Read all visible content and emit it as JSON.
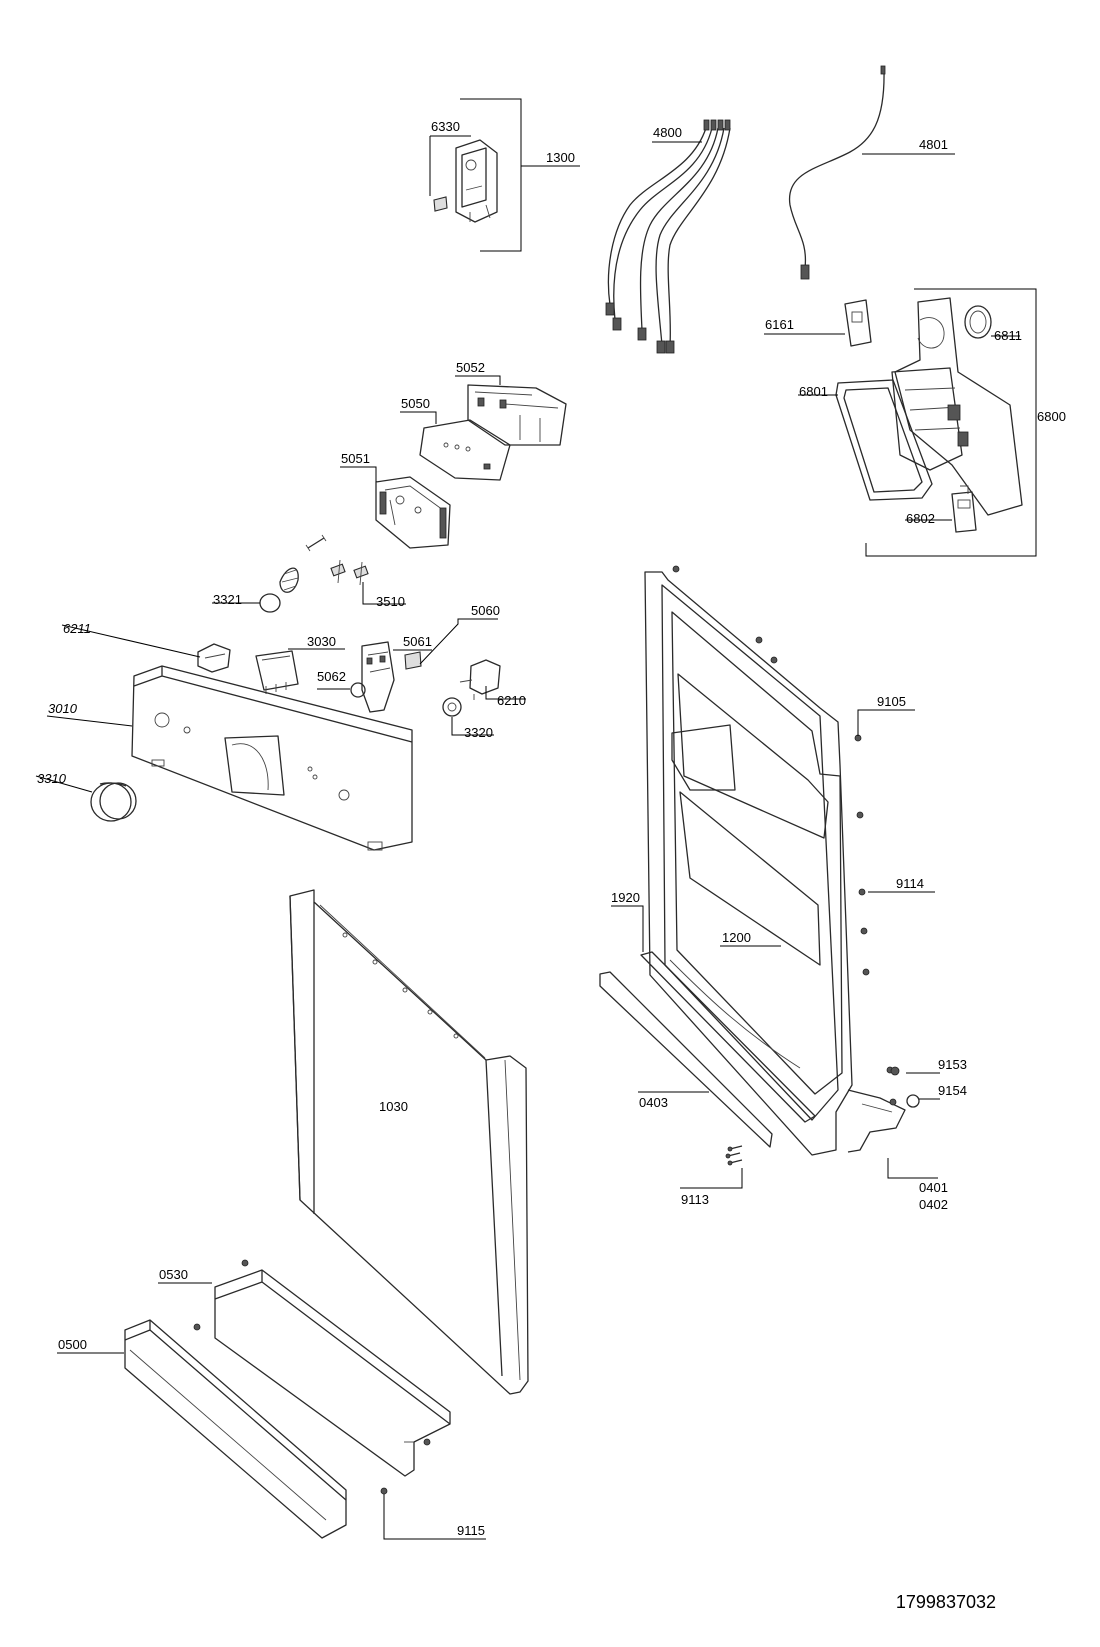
{
  "document_number": "1799837032",
  "callouts": {
    "c6330": "6330",
    "c1300": "1300",
    "c4800": "4800",
    "c4801": "4801",
    "c6161": "6161",
    "c6811": "6811",
    "c6801": "6801",
    "c6800": "6800",
    "c6802": "6802",
    "c5052": "5052",
    "c5050": "5050",
    "c5051": "5051",
    "c3321": "3321",
    "c3510": "3510",
    "c5060": "5060",
    "c6211": "6211",
    "c3030": "3030",
    "c5061": "5061",
    "c5062": "5062",
    "c6210": "6210",
    "c3010": "3010",
    "c3320": "3320",
    "c3310": "3310",
    "c9105": "9105",
    "c9114": "9114",
    "c1920": "1920",
    "c1200": "1200",
    "c1030": "1030",
    "c9153": "9153",
    "c9154": "9154",
    "c0403": "0403",
    "c0401": "0401",
    "c0402": "0402",
    "c9113": "9113",
    "c0530": "0530",
    "c0500": "0500",
    "c9115": "9115"
  }
}
